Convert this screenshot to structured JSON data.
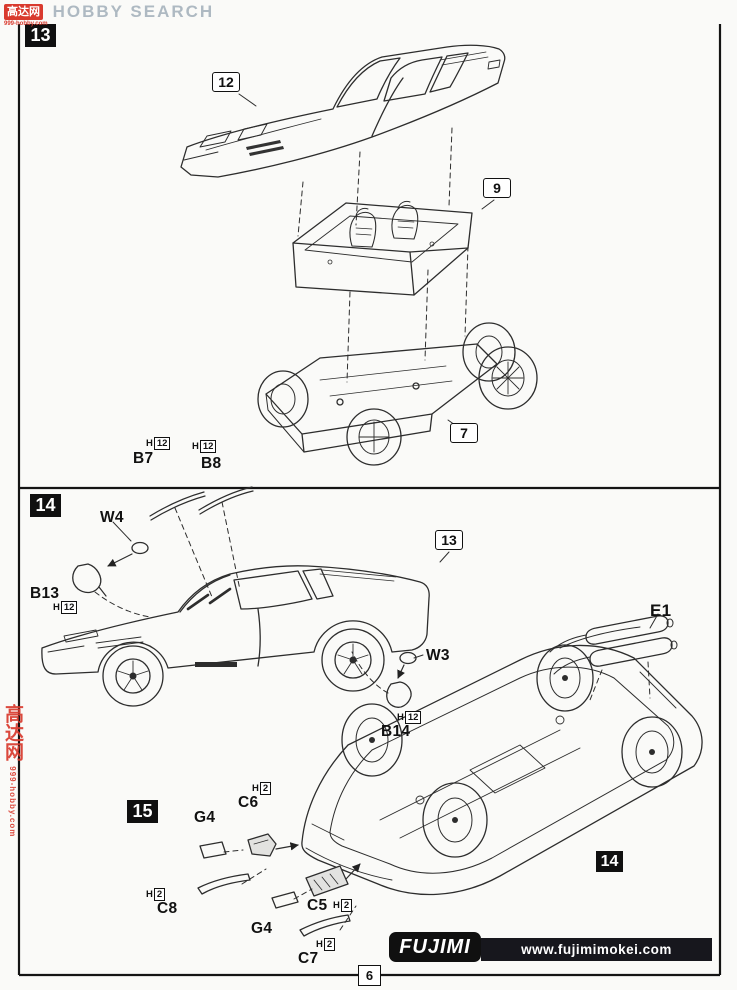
{
  "watermarks": {
    "top": {
      "logo": "高达网",
      "logo_sub": "999-hobby.com",
      "label": "HOBBY SEARCH"
    },
    "bottom": {
      "logo": "高达网",
      "sub": "999-hobby.com"
    }
  },
  "steps": {
    "step13": "13",
    "step14": "14",
    "step15": "15",
    "step14b": "14"
  },
  "callouts": {
    "body": "12",
    "interior": "9",
    "chassis": "7",
    "car": "13"
  },
  "parts": {
    "b7": {
      "label": "B7",
      "flag_prefix": "H",
      "flag_num": "12"
    },
    "b8": {
      "label": "B8",
      "flag_prefix": "H",
      "flag_num": "12"
    },
    "w4": {
      "label": "W4"
    },
    "b13": {
      "label": "B13",
      "flag_prefix": "H",
      "flag_num": "12"
    },
    "w3": {
      "label": "W3"
    },
    "b14": {
      "label": "B14",
      "flag_prefix": "H",
      "flag_num": "12"
    },
    "e1": {
      "label": "E1"
    },
    "g4a": {
      "label": "G4"
    },
    "c6": {
      "label": "C6",
      "flag_prefix": "H",
      "flag_num": "2"
    },
    "c8": {
      "label": "C8",
      "flag_prefix": "H",
      "flag_num": "2"
    },
    "g4b": {
      "label": "G4"
    },
    "c5": {
      "label": "C5",
      "flag_prefix": "H",
      "flag_num": "2"
    },
    "c7": {
      "label": "C7",
      "flag_prefix": "H",
      "flag_num": "2"
    }
  },
  "footer": {
    "brand": "FUJIMI",
    "url": "www.fujimimokei.com",
    "page_number": "6"
  }
}
